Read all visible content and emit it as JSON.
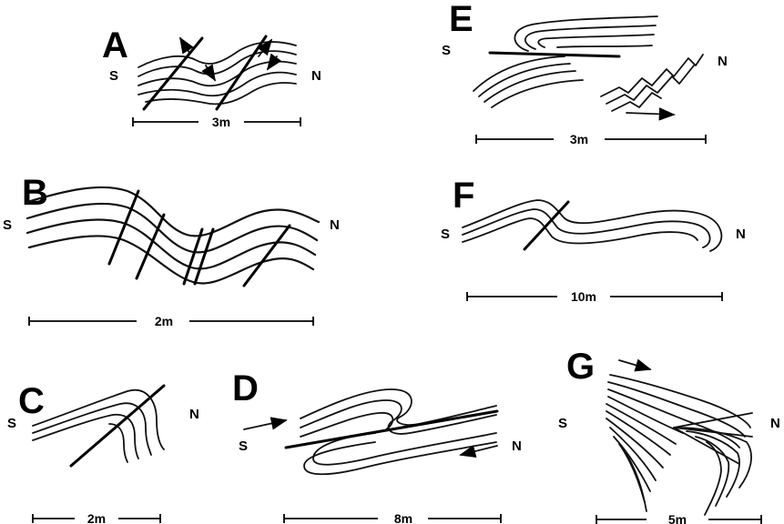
{
  "panels": [
    {
      "id": "A",
      "letter": "A",
      "left": "S",
      "right": "N",
      "scale": "3m"
    },
    {
      "id": "B",
      "letter": "B",
      "left": "S",
      "right": "N",
      "scale": "2m"
    },
    {
      "id": "C",
      "letter": "C",
      "left": "S",
      "right": "N",
      "scale": "2m"
    },
    {
      "id": "D",
      "letter": "D",
      "left": "S",
      "right": "N",
      "scale": "8m"
    },
    {
      "id": "E",
      "letter": "E",
      "left": "S",
      "right": "N",
      "scale": "3m"
    },
    {
      "id": "F",
      "letter": "F",
      "left": "S",
      "right": "N",
      "scale": "10m"
    },
    {
      "id": "G",
      "letter": "G",
      "left": "S",
      "right": "N",
      "scale": "5m"
    }
  ]
}
